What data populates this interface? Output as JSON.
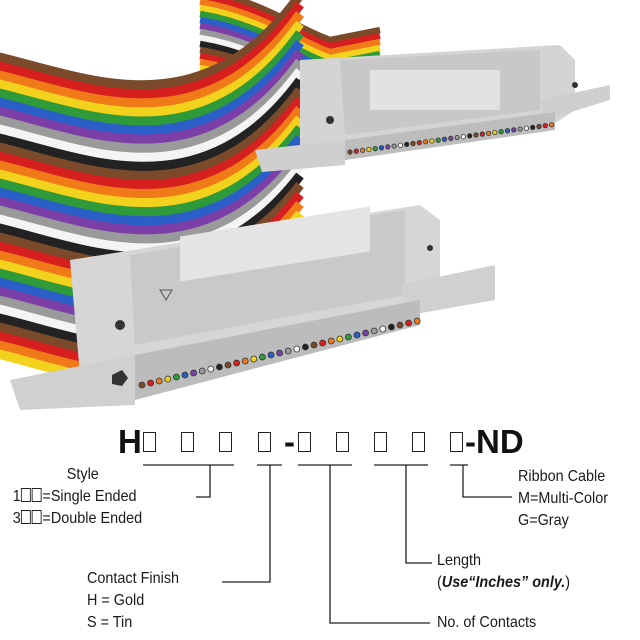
{
  "part_number": {
    "prefix": "H",
    "separator": "-",
    "suffix": "-ND"
  },
  "labels": {
    "style": {
      "title": "Style",
      "single_prefix": "1",
      "single_text": "=Single Ended",
      "double_prefix": "3",
      "double_text": "=Double Ended"
    },
    "contact_finish": {
      "title": "Contact Finish",
      "gold": "H = Gold",
      "tin": "S = Tin"
    },
    "contacts": {
      "title": "No. of Contacts"
    },
    "length": {
      "title": "Length",
      "note_open": "(",
      "note_bold": "Use“Inches” only.",
      "note_close": ")"
    },
    "ribbon": {
      "title": "Ribbon Cable",
      "multi": "M=Multi-Color",
      "gray": "G=Gray"
    }
  },
  "colors": {
    "connector": "#d9d9d9",
    "stripes": [
      "#7a4a2a",
      "#d62020",
      "#f07a18",
      "#f2d21c",
      "#2e9a3a",
      "#2a5fc8",
      "#7c3fa8",
      "#9a9a9a",
      "#f4f4f4",
      "#222222"
    ]
  }
}
